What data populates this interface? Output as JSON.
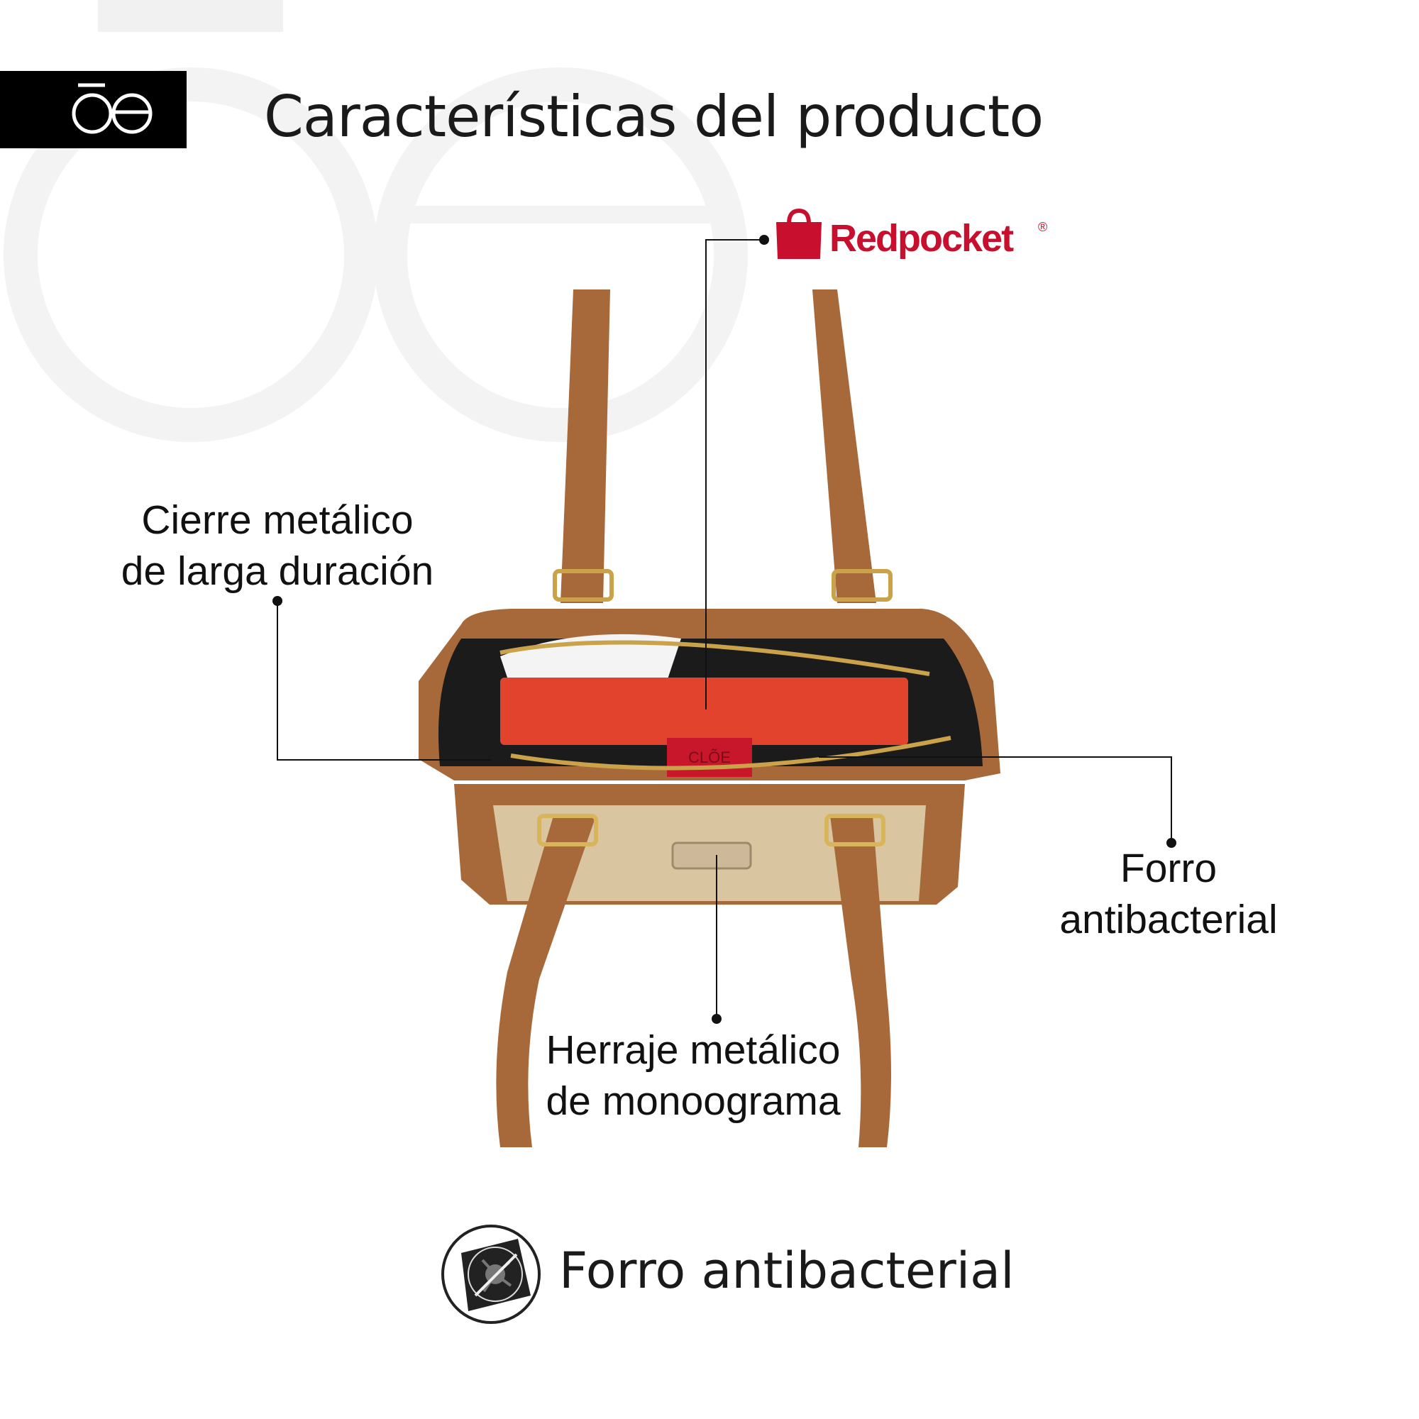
{
  "header": {
    "brand_logo": "ōe",
    "title": "Características del producto"
  },
  "callouts": {
    "redpocket": {
      "brand": "Redpocket",
      "registered": "®"
    },
    "cierre": {
      "line1": "Cierre metálico",
      "line2": "de larga duración"
    },
    "forro": {
      "line1": "Forro",
      "line2": "antibacterial"
    },
    "herraje": {
      "line1": "Herraje metálico",
      "line2": "de monoograma"
    }
  },
  "product_label": "CLÕE",
  "footer": {
    "icon": "antibacterial-fabric-icon",
    "text": "Forro antibacterial"
  },
  "colors": {
    "brand_red": "#c8102e",
    "leather": "#a8693a",
    "canvas": "#d9c6a0"
  }
}
